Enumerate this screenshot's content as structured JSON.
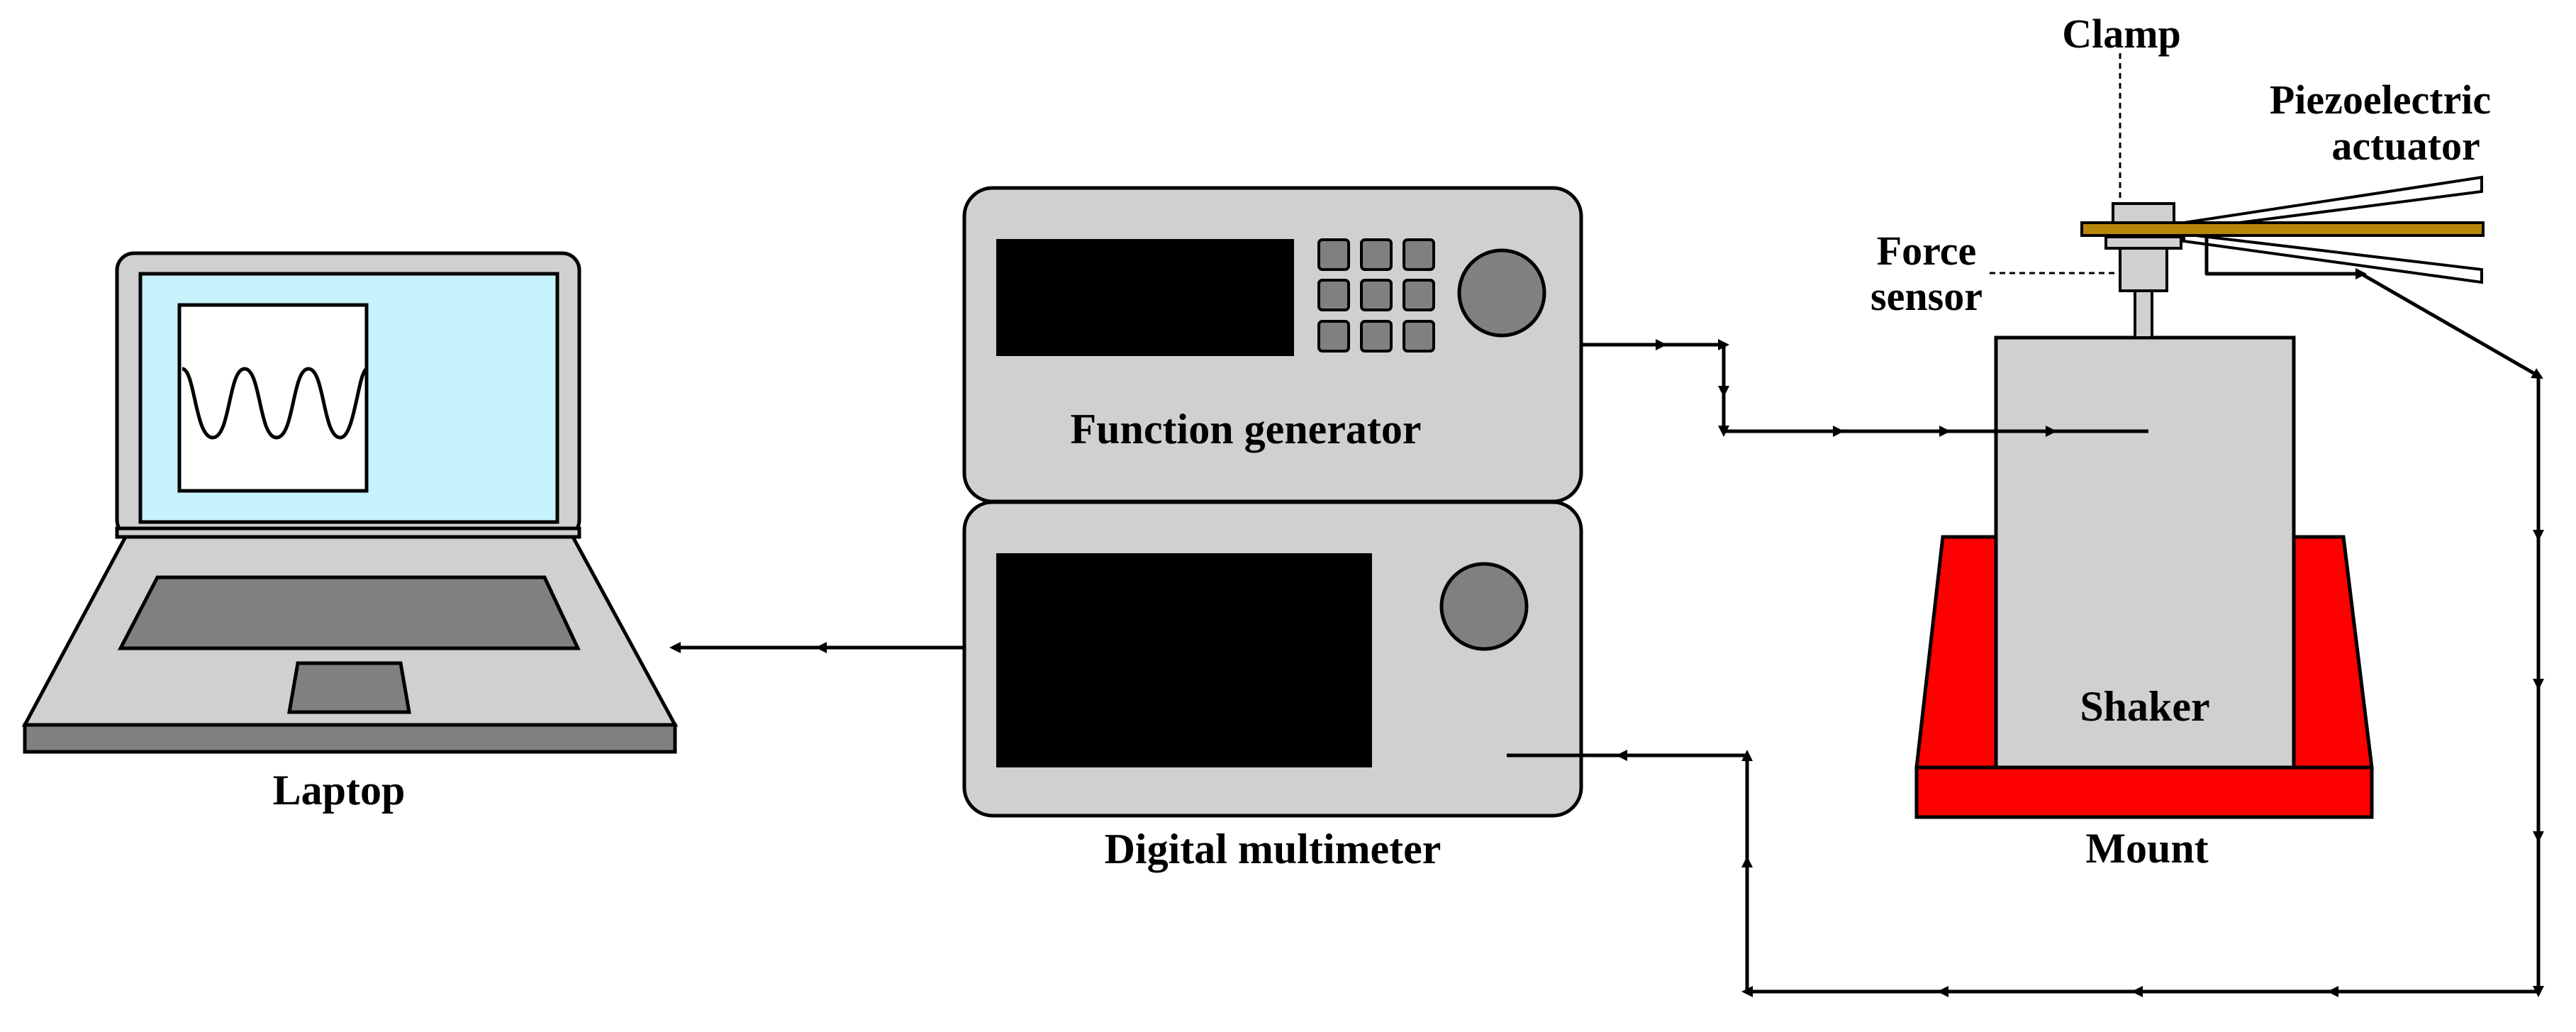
{
  "labels": {
    "laptop": "Laptop",
    "function_generator": "Function generator",
    "digital_multimeter": "Digital multimeter",
    "shaker": "Shaker",
    "mount": "Mount",
    "clamp": "Clamp",
    "force_sensor_line1": "Force",
    "force_sensor_line2": "sensor",
    "piezo_line1": "Piezoelectric",
    "piezo_line2": "actuator"
  },
  "colors": {
    "device_gray": "#d0d0d0",
    "screen_black": "#000000",
    "laptop_screen": "#c6f2fb",
    "knob_gray": "#808080",
    "mount_red": "#ff0000",
    "beam_gold": "#b8860b"
  }
}
